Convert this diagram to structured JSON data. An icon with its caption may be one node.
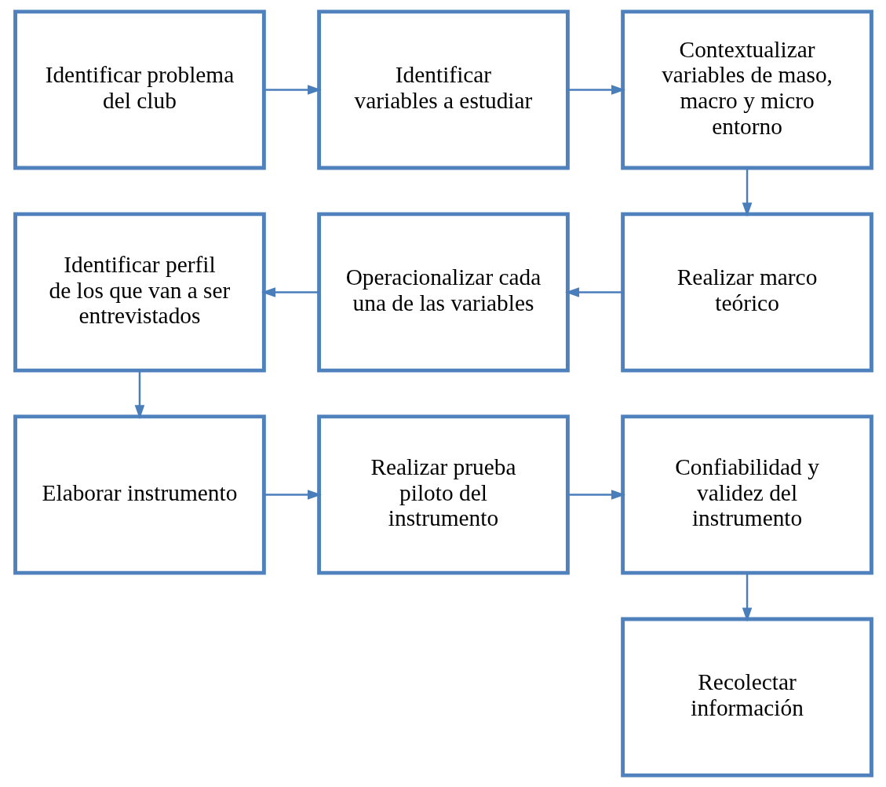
{
  "diagram": {
    "nodes": [
      {
        "text": [
          "Identificar problema del club"
        ]
      },
      {
        "text": [
          "Identificar variables a estudiar"
        ]
      },
      {
        "text": [
          "Contextualizar variables de maso, macro y micro entorno"
        ]
      },
      {
        "text": [
          "Realizar marco teórico"
        ]
      },
      {
        "text": [
          "Operacionalizar cada una de las variables"
        ]
      },
      {
        "text": [
          "Identificar perfil de los que van a ser entrevistados"
        ]
      },
      {
        "text": [
          "Elaborar instrumento"
        ]
      },
      {
        "text": [
          "Realizar prueba piloto del instrumento"
        ]
      },
      {
        "text": [
          "Confiabilidad y validez del instrumento"
        ]
      },
      {
        "text": [
          "Recolectar información"
        ]
      }
    ],
    "edges": [
      {
        "from": 0,
        "to": 1,
        "arrow": "to"
      },
      {
        "from": 1,
        "to": 2,
        "arrow": "to"
      },
      {
        "from": 2,
        "to": 3,
        "arrow": "to"
      },
      {
        "from": 3,
        "to": 4,
        "arrow": "to"
      },
      {
        "from": 4,
        "to": 5,
        "arrow": "to"
      },
      {
        "from": 5,
        "to": 6,
        "arrow": "to"
      },
      {
        "from": 6,
        "to": 7,
        "arrow": "to"
      },
      {
        "from": 7,
        "to": 8,
        "arrow": "to"
      },
      {
        "from": 8,
        "to": 9,
        "arrow": "to"
      }
    ]
  }
}
